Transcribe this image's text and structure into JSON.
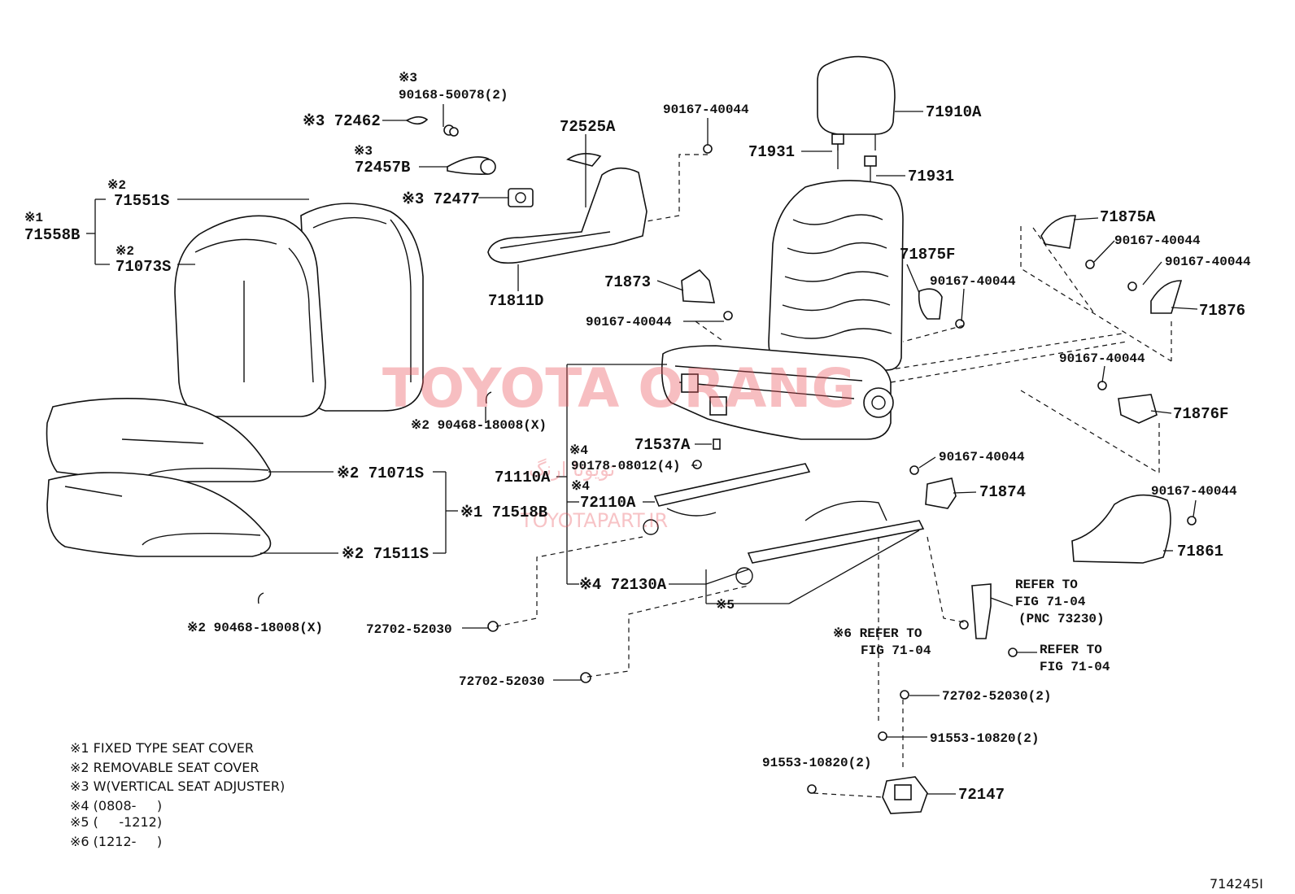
{
  "watermark": {
    "main": "TOYOTA ORANG",
    "arabic": "تویوتا ارنگ",
    "url": "TOYOTAPART.IR",
    "color": "#e9545c"
  },
  "figure_id": "714245I",
  "labels": {
    "l72462": "※3 72462",
    "m3_a": "※3",
    "l90168": "90168-50078(2)",
    "m3_b": "※3",
    "l72457B": "72457B",
    "l72477": "※3 72477",
    "l72525A": "72525A",
    "l71811D": "71811D",
    "l90167_top": "90167-40044",
    "l71910A": "71910A",
    "l71931_a": "71931",
    "l71931_b": "71931",
    "m2_a": "※2",
    "l71551S": "71551S",
    "m1_a": "※1",
    "l71558B": "71558B",
    "m2_b": "※2",
    "l71073S": "71073S",
    "l71873": "71873",
    "l90167_71873": "90167-40044",
    "l71875F": "71875F",
    "l90167_71875F": "90167-40044",
    "l71875A": "71875A",
    "l90167_71875A": "90167-40044",
    "l90167_71876": "90167-40044",
    "l71876": "71876",
    "l90167_71876F": "90167-40044",
    "l71876F": "71876F",
    "l90468_a": "※2 90468-18008(X)",
    "m4_a": "※4",
    "l90178": "90178-08012(4)",
    "l71537A": "71537A",
    "l71110A": "71110A",
    "m4_b": "※4",
    "l72110A": "72110A",
    "l71071S": "※2 71071S",
    "l71518B": "※1 71518B",
    "l71511S": "※2 71511S",
    "l90468_b": "※2 90468-18008(X)",
    "l72130A": "※4 72130A",
    "m5": "※5",
    "l90167_71874": "90167-40044",
    "l71874": "71874",
    "l90167_71861": "90167-40044",
    "l71861": "71861",
    "ref1_a": "REFER TO",
    "ref1_b": "FIG 71-04",
    "ref1_c": "(PNC 73230)",
    "ref2_a": "※6 REFER TO",
    "ref2_b": "FIG 71-04",
    "ref3_a": "REFER TO",
    "ref3_b": "FIG 71-04",
    "l72702_a": "72702-52030",
    "l72702_b": "72702-52030",
    "l72702_c": "72702-52030(2)",
    "l91553_a": "91553-10820(2)",
    "l91553_b": "91553-10820(2)",
    "l72147": "72147"
  },
  "notes": [
    "※1 FIXED TYPE SEAT COVER",
    "※2 REMOVABLE SEAT COVER",
    "※3 W(VERTICAL SEAT ADJUSTER)",
    "※4 (0808-     )",
    "※5 (     -1212)",
    "※6 (1212-     )"
  ]
}
